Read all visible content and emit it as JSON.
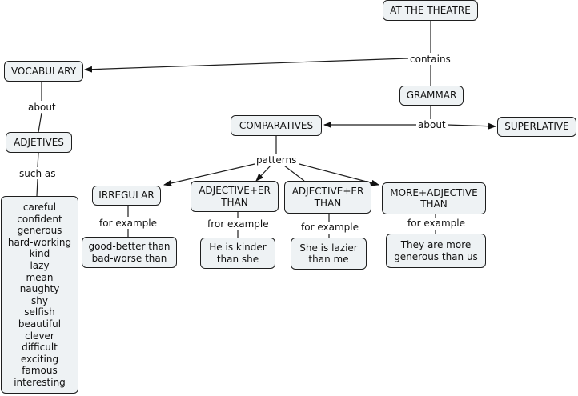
{
  "nodes": {
    "theatre": "AT THE THEATRE",
    "vocabulary": "VOCABULARY",
    "adjetives": "ADJETIVES",
    "grammar": "GRAMMAR",
    "comparatives": "COMPARATIVES",
    "superlative": "SUPERLATIVE",
    "irregular": "IRREGULAR",
    "adj_er_1": "ADJECTIVE+ER\nTHAN",
    "adj_er_2": "ADJECTIVE+ER\nTHAN",
    "more_adj": "MORE+ADJECTIVE\nTHAN",
    "ex_irregular": "good-better than\nbad-worse than",
    "ex_kinder": "He is kinder\nthan she",
    "ex_lazier": "She is lazier\nthan me",
    "ex_generous": "They are more\ngenerous than us"
  },
  "adjective_list": [
    "careful",
    "confident",
    "generous",
    "hard-working",
    "kind",
    "lazy",
    "mean",
    "naughty",
    "shy",
    "selfish",
    "beautiful",
    "clever",
    "difficult",
    "exciting",
    "famous",
    "interesting"
  ],
  "links": {
    "contains": "contains",
    "about_vocab": "about",
    "such_as": "such as",
    "about_grammar": "about",
    "patterns": "patterns",
    "for_example_1": "for example",
    "fror_example": "fror example",
    "for_example_3": "for example",
    "for_example_4": "for example"
  },
  "colors": {
    "node_fill": "#eef2f4",
    "line": "#1e1e1e"
  }
}
